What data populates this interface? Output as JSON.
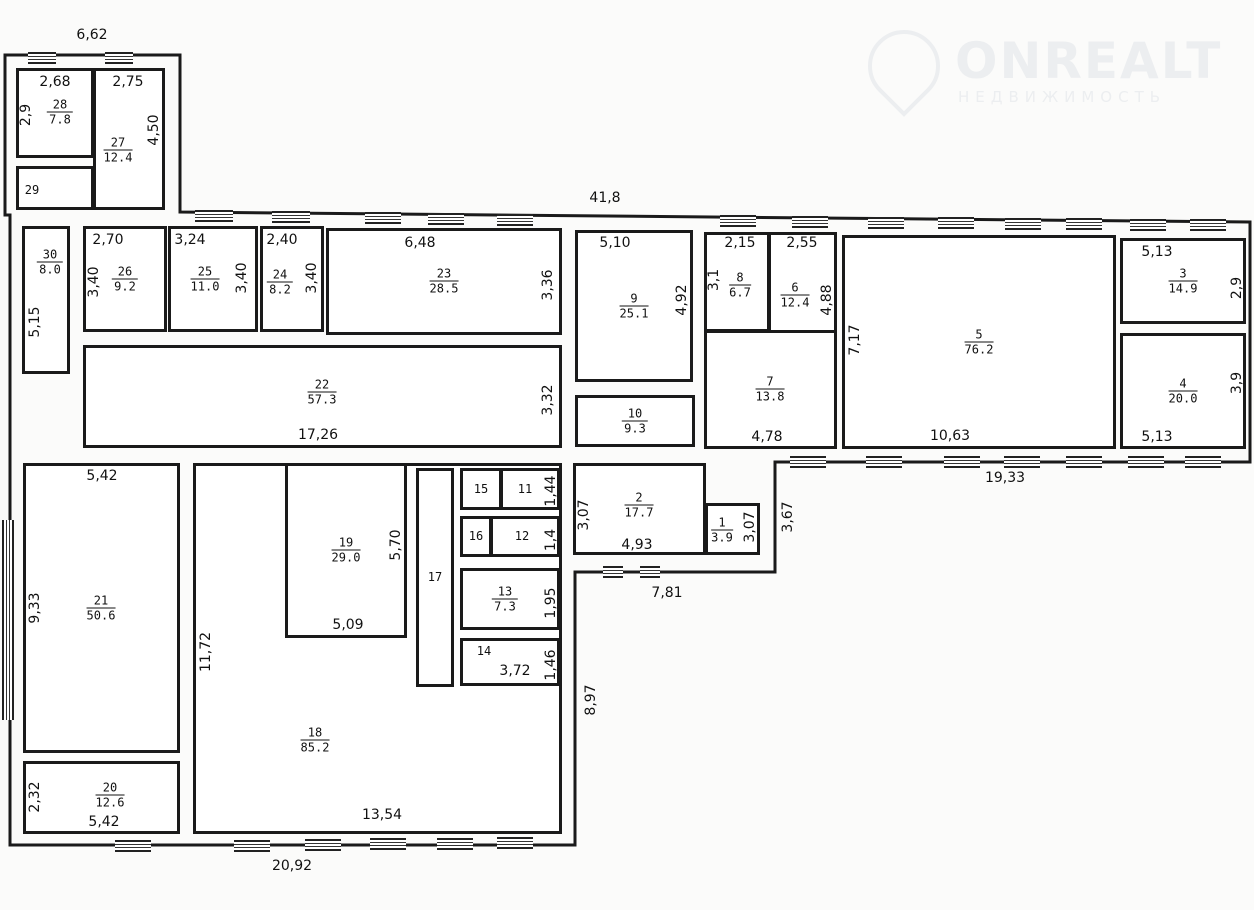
{
  "watermark": {
    "brand": "ONREALT",
    "subtitle": "НЕДВИЖИМОСТЬ"
  },
  "rooms": {
    "r1": {
      "number": "1",
      "area": "3.9"
    },
    "r2": {
      "number": "2",
      "area": "17.7"
    },
    "r3": {
      "number": "3",
      "area": "14.9"
    },
    "r4": {
      "number": "4",
      "area": "20.0"
    },
    "r5": {
      "number": "5",
      "area": "76.2"
    },
    "r6": {
      "number": "6",
      "area": "12.4"
    },
    "r7": {
      "number": "7",
      "area": "13.8"
    },
    "r8": {
      "number": "8",
      "area": "6.7"
    },
    "r9": {
      "number": "9",
      "area": "25.1"
    },
    "r10": {
      "number": "10",
      "area": "9.3"
    },
    "r11": {
      "number": "11"
    },
    "r12": {
      "number": "12"
    },
    "r13": {
      "number": "13",
      "area": "7.3"
    },
    "r14": {
      "number": "14"
    },
    "r15": {
      "number": "15"
    },
    "r16": {
      "number": "16"
    },
    "r17": {
      "number": "17"
    },
    "r18": {
      "number": "18",
      "area": "85.2"
    },
    "r19": {
      "number": "19",
      "area": "29.0"
    },
    "r20": {
      "number": "20",
      "area": "12.6"
    },
    "r21": {
      "number": "21",
      "area": "50.6"
    },
    "r22": {
      "number": "22",
      "area": "57.3"
    },
    "r23": {
      "number": "23",
      "area": "28.5"
    },
    "r24": {
      "number": "24",
      "area": "8.2"
    },
    "r25": {
      "number": "25",
      "area": "11.0"
    },
    "r26": {
      "number": "26",
      "area": "9.2"
    },
    "r27": {
      "number": "27",
      "area": "12.4"
    },
    "r28": {
      "number": "28",
      "area": "7.8"
    },
    "r29": {
      "number": "29"
    },
    "r30": {
      "number": "30",
      "area": "8.0"
    }
  },
  "dimensions": {
    "annex_width": "6,62",
    "r28_w": "2,68",
    "r28_h": "2,9",
    "r27_w": "2,75",
    "r27_h": "4,50",
    "r30_h": "5,15",
    "r26_w": "2,70",
    "r26_h": "3,40",
    "r25_w": "3,24",
    "r25_h": "3,40",
    "r24_w": "2,40",
    "r24_h": "3,40",
    "r23_w": "6,48",
    "r23_h": "3,36",
    "r22_w": "17,26",
    "r22_h": "3,32",
    "total_top": "41,8",
    "r9_w": "5,10",
    "r9_h": "4,92",
    "r8_w": "2,15",
    "r8_h": "3,1",
    "r6_w": "2,55",
    "r6_h": "4,88",
    "r7_w": "4,78",
    "r5_h": "7,17",
    "r5_w": "10,63",
    "r3_w": "5,13",
    "r3_h": "2,9",
    "r4_h": "3,9",
    "r4_w": "5,13",
    "right_bottom": "19,33",
    "r2_h": "3,07",
    "r2_w": "4,93",
    "r1_h": "3,07",
    "step_h": "3,67",
    "step_w": "7,81",
    "r21_w": "5,42",
    "r21_h": "9,33",
    "r20_h": "2,32",
    "r20_w": "5,42",
    "r18_h": "11,72",
    "r18_w": "13,54",
    "bottom_total": "20,92",
    "right_h": "8,97",
    "r19_h": "5,70",
    "r19_w": "5,09",
    "r11_h": "1,44",
    "r12_h": "1,4",
    "r13_h": "1,95",
    "r14_w": "3,72",
    "r14_h": "1,46"
  }
}
